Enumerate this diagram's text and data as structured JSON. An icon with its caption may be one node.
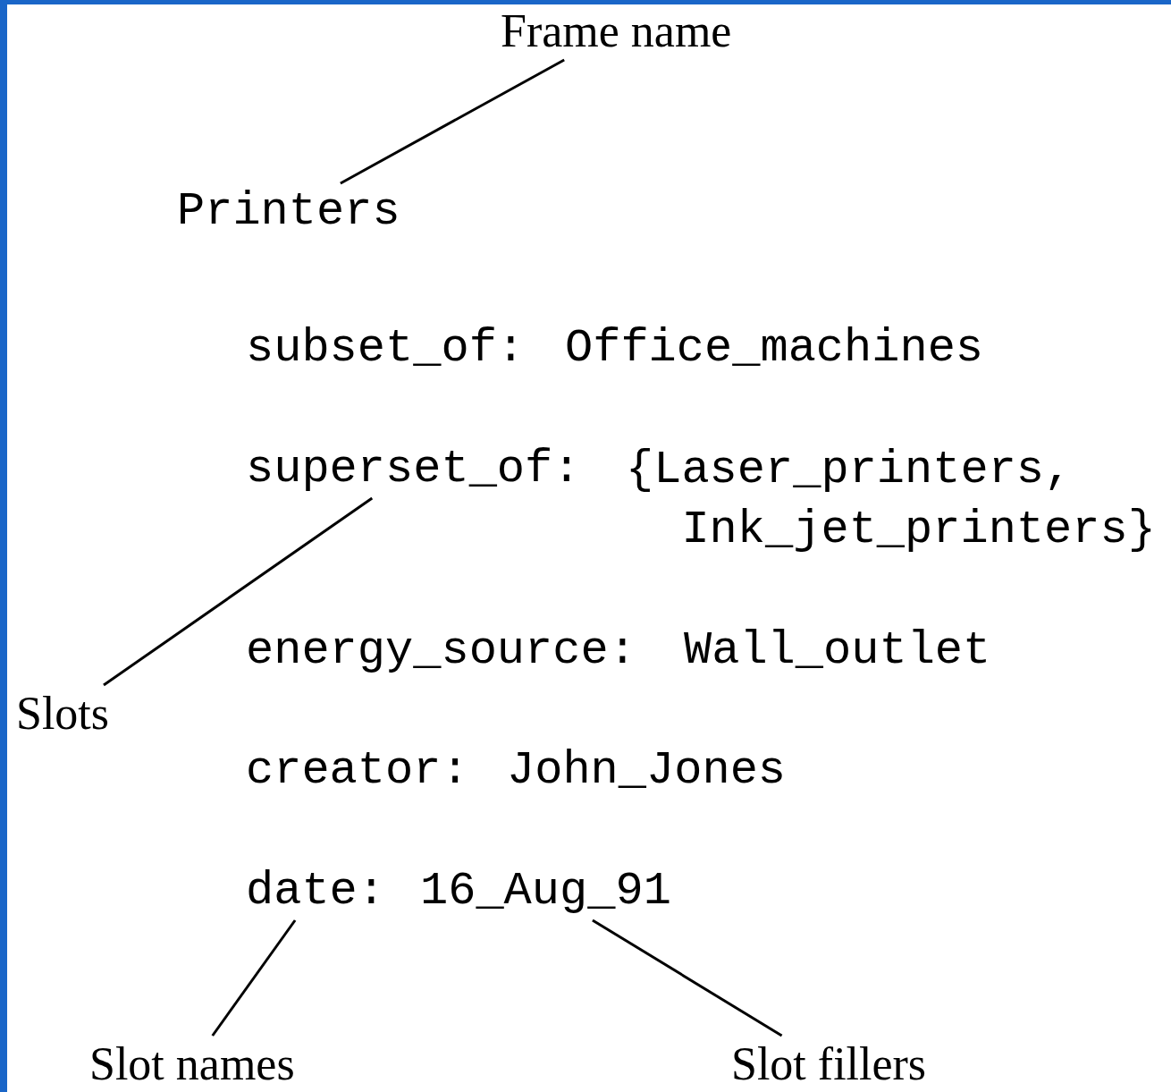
{
  "diagram": {
    "nodes": [
      {
        "text": [
          "Frame name"
        ]
      },
      {
        "text": [
          "Printers"
        ]
      },
      {
        "text": [
          "Slots"
        ]
      },
      {
        "text": [
          "superset_of:"
        ]
      },
      {
        "text": [
          "Slot names"
        ]
      },
      {
        "text": [
          "date:"
        ]
      },
      {
        "text": [
          "Slot fillers"
        ]
      },
      {
        "text": [
          "16_Aug_91"
        ]
      }
    ],
    "edges": [
      {
        "from": 0,
        "to": 1,
        "arrow": "none"
      },
      {
        "from": 2,
        "to": 3,
        "arrow": "none"
      },
      {
        "from": 4,
        "to": 5,
        "arrow": "none"
      },
      {
        "from": 6,
        "to": 7,
        "arrow": "none"
      }
    ],
    "labels": [
      "subset_of:",
      "Office_machines",
      "{Laser_printers, Ink_jet_printers}",
      "energy_source:",
      "Wall_outlet",
      "creator:",
      "John_Jones"
    ]
  }
}
